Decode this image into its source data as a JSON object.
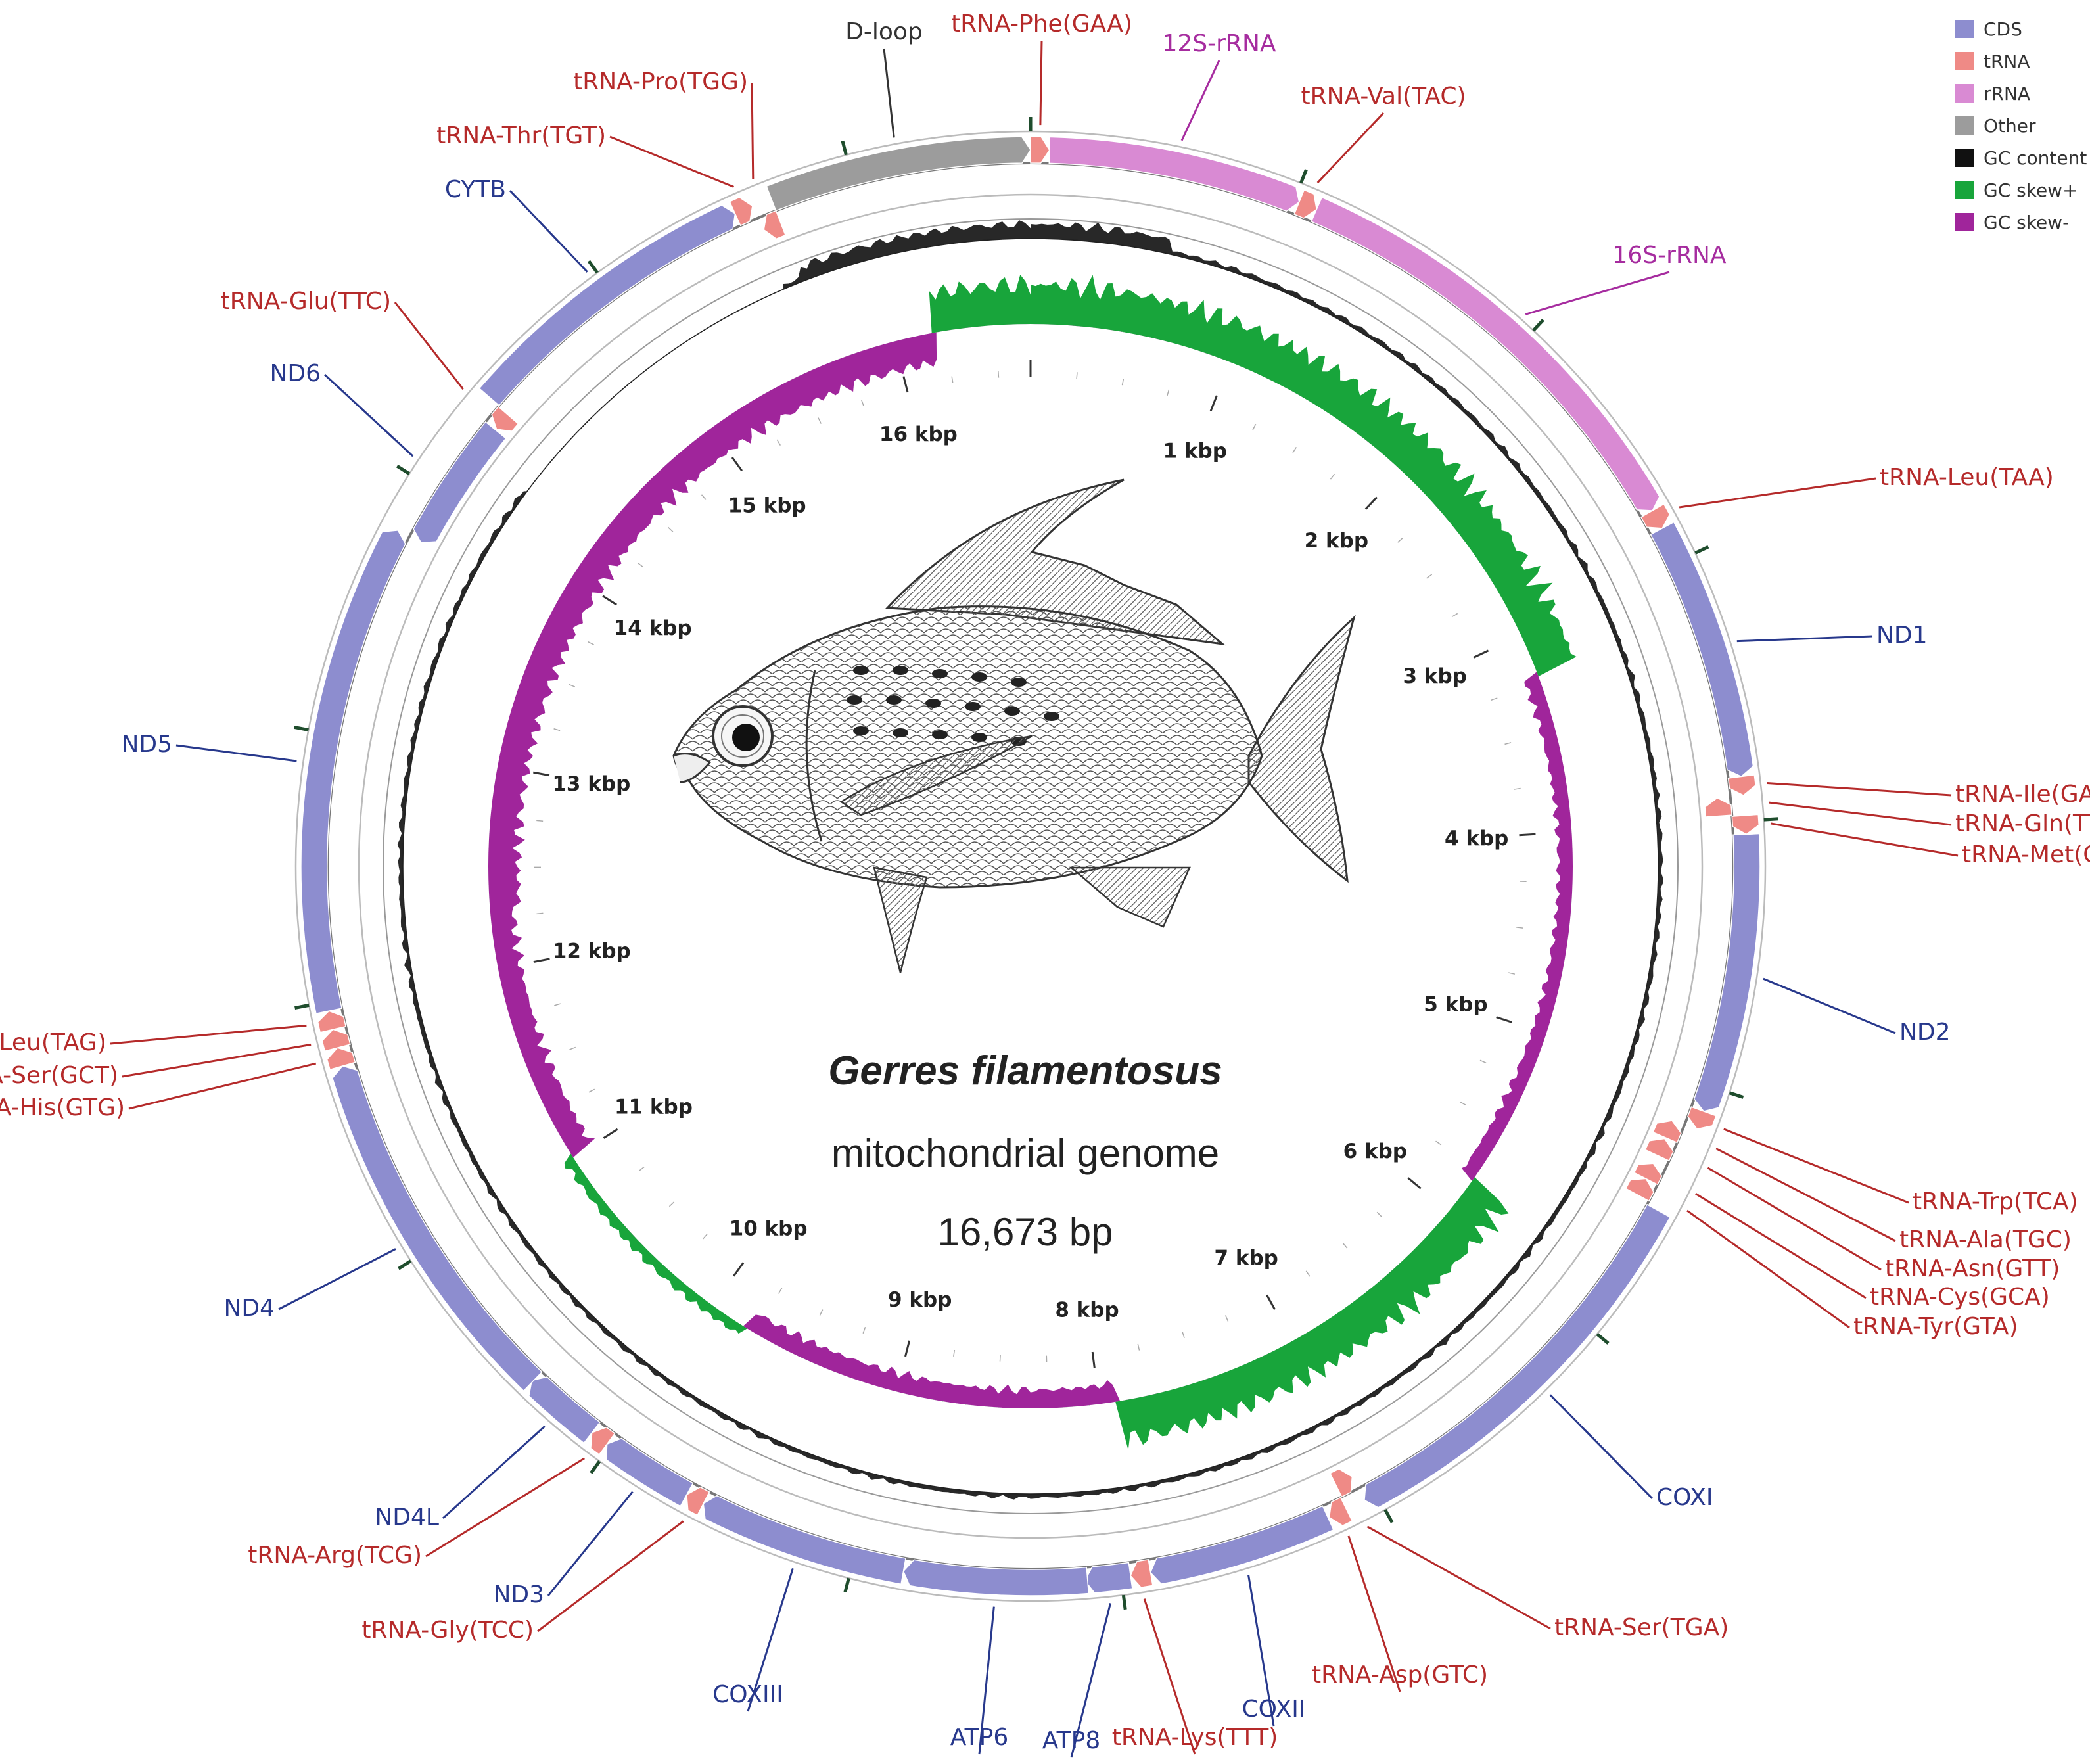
{
  "diagram": {
    "organism": "Gerres filamentosus",
    "subtitle": "mitochondrial genome",
    "size_label": "16,673 bp",
    "genome_length": 16673,
    "colors": {
      "CDS": "#8d8dcf",
      "tRNA": "#ef8a86",
      "rRNA": "#d98ad3",
      "Other": "#9c9c9c",
      "GC_content": "#111111",
      "GC_skew_plus": "#18a53b",
      "GC_skew_minus": "#a0259b",
      "cds_label": "#27388c",
      "trna_label": "#b52a2a",
      "rrna_label": "#a62c9f",
      "other_label": "#333333"
    },
    "legend": [
      {
        "label": "CDS",
        "color": "#8d8dcf"
      },
      {
        "label": "tRNA",
        "color": "#ef8a86"
      },
      {
        "label": "rRNA",
        "color": "#d98ad3"
      },
      {
        "label": "Other",
        "color": "#9c9c9c"
      },
      {
        "label": "GC content",
        "color": "#111111"
      },
      {
        "label": "GC skew+",
        "color": "#18a53b"
      },
      {
        "label": "GC skew-",
        "color": "#a0259b"
      }
    ],
    "kbp_labels": [
      "1 kbp",
      "2 kbp",
      "3 kbp",
      "4 kbp",
      "5 kbp",
      "6 kbp",
      "7 kbp",
      "8 kbp",
      "9 kbp",
      "10 kbp",
      "11 kbp",
      "12 kbp",
      "13 kbp",
      "14 kbp",
      "15 kbp",
      "16 kbp"
    ],
    "features": [
      {
        "name": "tRNA-Phe(GAA)",
        "type": "tRNA",
        "start": 0,
        "end": 70,
        "strand": "+"
      },
      {
        "name": "12S-rRNA",
        "type": "rRNA",
        "start": 70,
        "end": 1020,
        "strand": "+"
      },
      {
        "name": "tRNA-Val(TAC)",
        "type": "tRNA",
        "start": 1020,
        "end": 1090,
        "strand": "+"
      },
      {
        "name": "16S-rRNA",
        "type": "rRNA",
        "start": 1090,
        "end": 2790,
        "strand": "+"
      },
      {
        "name": "tRNA-Leu(TAA)",
        "type": "tRNA",
        "start": 2790,
        "end": 2865,
        "strand": "+"
      },
      {
        "name": "ND1",
        "type": "CDS",
        "start": 2865,
        "end": 3835,
        "strand": "+"
      },
      {
        "name": "tRNA-Ile(GAT)",
        "type": "tRNA",
        "start": 3835,
        "end": 3905,
        "strand": "+"
      },
      {
        "name": "tRNA-Gln(TTG)",
        "type": "tRNA",
        "start": 3905,
        "end": 3975,
        "strand": "-"
      },
      {
        "name": "tRNA-Met(CAT)",
        "type": "tRNA",
        "start": 3980,
        "end": 4050,
        "strand": "+"
      },
      {
        "name": "ND2",
        "type": "CDS",
        "start": 4050,
        "end": 5095,
        "strand": "+"
      },
      {
        "name": "tRNA-Trp(TCA)",
        "type": "tRNA",
        "start": 5095,
        "end": 5165,
        "strand": "+"
      },
      {
        "name": "tRNA-Ala(TGC)",
        "type": "tRNA",
        "start": 5170,
        "end": 5240,
        "strand": "-"
      },
      {
        "name": "tRNA-Asn(GTT)",
        "type": "tRNA",
        "start": 5245,
        "end": 5315,
        "strand": "-"
      },
      {
        "name": "tRNA-Cys(GCA)",
        "type": "tRNA",
        "start": 5350,
        "end": 5415,
        "strand": "-"
      },
      {
        "name": "tRNA-Tyr(GTA)",
        "type": "tRNA",
        "start": 5415,
        "end": 5485,
        "strand": "-"
      },
      {
        "name": "COXI",
        "type": "CDS",
        "start": 5500,
        "end": 7050,
        "strand": "+"
      },
      {
        "name": "tRNA-Ser(TGA)",
        "type": "tRNA",
        "start": 7050,
        "end": 7120,
        "strand": "-"
      },
      {
        "name": "tRNA-Asp(GTC)",
        "type": "tRNA",
        "start": 7125,
        "end": 7195,
        "strand": "+"
      },
      {
        "name": "COXII",
        "type": "CDS",
        "start": 7200,
        "end": 7890,
        "strand": "+"
      },
      {
        "name": "tRNA-Lys(TTT)",
        "type": "tRNA",
        "start": 7890,
        "end": 7965,
        "strand": "+"
      },
      {
        "name": "ATP8",
        "type": "CDS",
        "start": 7965,
        "end": 8135,
        "strand": "+"
      },
      {
        "name": "ATP6",
        "type": "CDS",
        "start": 8125,
        "end": 8810,
        "strand": "+"
      },
      {
        "name": "COXIII",
        "type": "CDS",
        "start": 8810,
        "end": 9595,
        "strand": "+"
      },
      {
        "name": "tRNA-Gly(TCC)",
        "type": "tRNA",
        "start": 9595,
        "end": 9665,
        "strand": "+"
      },
      {
        "name": "ND3",
        "type": "CDS",
        "start": 9665,
        "end": 10015,
        "strand": "+"
      },
      {
        "name": "tRNA-Arg(TCG)",
        "type": "tRNA",
        "start": 10015,
        "end": 10085,
        "strand": "+"
      },
      {
        "name": "ND4L",
        "type": "CDS",
        "start": 10085,
        "end": 10380,
        "strand": "+"
      },
      {
        "name": "ND4",
        "type": "CDS",
        "start": 10375,
        "end": 11755,
        "strand": "+"
      },
      {
        "name": "tRNA-His(GTG)",
        "type": "tRNA",
        "start": 11755,
        "end": 11825,
        "strand": "+"
      },
      {
        "name": "tRNA-Ser(GCT)",
        "type": "tRNA",
        "start": 11825,
        "end": 11895,
        "strand": "+"
      },
      {
        "name": "tRNA-Leu(TAG)",
        "type": "tRNA",
        "start": 11895,
        "end": 11965,
        "strand": "+"
      },
      {
        "name": "ND5",
        "type": "CDS",
        "start": 11965,
        "end": 13800,
        "strand": "+"
      },
      {
        "name": "ND6",
        "type": "CDS",
        "start": 13800,
        "end": 14320,
        "strand": "-"
      },
      {
        "name": "tRNA-Glu(TTC)",
        "type": "tRNA",
        "start": 14325,
        "end": 14395,
        "strand": "-"
      },
      {
        "name": "CYTB",
        "type": "CDS",
        "start": 14400,
        "end": 15545,
        "strand": "+"
      },
      {
        "name": "tRNA-Thr(TGT)",
        "type": "tRNA",
        "start": 15545,
        "end": 15615,
        "strand": "+"
      },
      {
        "name": "tRNA-Pro(TGG)",
        "type": "tRNA",
        "start": 15620,
        "end": 15690,
        "strand": "-"
      },
      {
        "name": "D-loop",
        "type": "Other",
        "start": 15690,
        "end": 16673,
        "strand": "+"
      }
    ]
  }
}
